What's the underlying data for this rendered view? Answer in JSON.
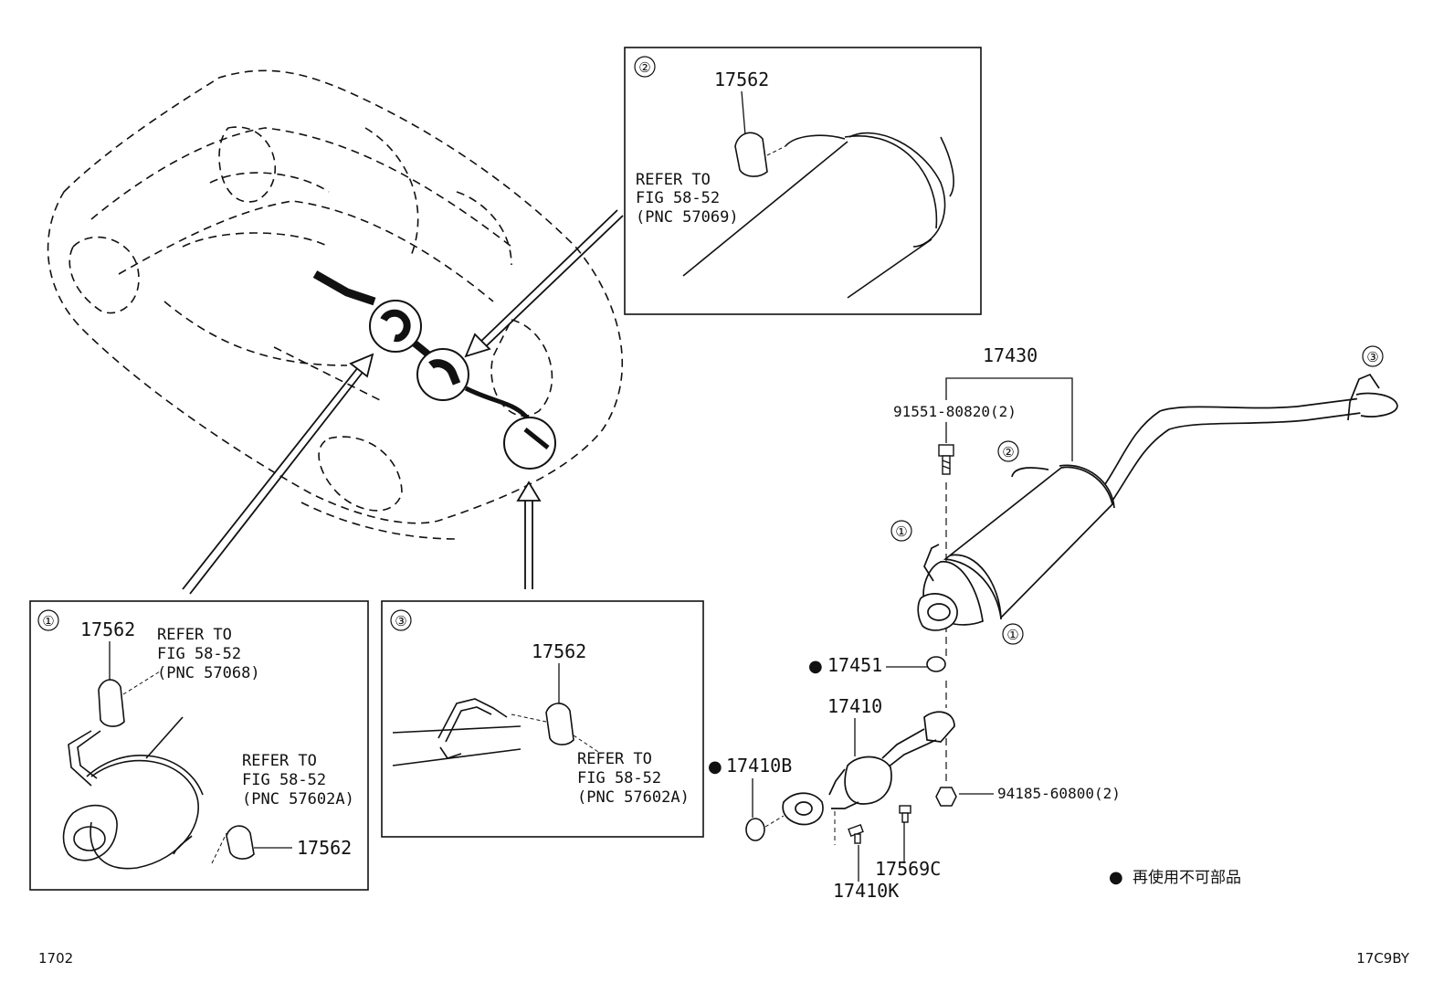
{
  "diagram": {
    "figure_code": "1702",
    "drawing_id": "17C9BY",
    "legend": {
      "marker": "●",
      "text": "再使用不可部品"
    },
    "inset1": {
      "number": "①",
      "part_top": "17562",
      "refer_top": [
        "REFER TO",
        "FIG 58-52",
        "(PNC 57068)"
      ],
      "refer_bottom": [
        "REFER TO",
        "FIG 58-52",
        "(PNC 57602A)"
      ],
      "part_bottom": "17562"
    },
    "inset2": {
      "number": "②",
      "part": "17562",
      "refer": [
        "REFER TO",
        "FIG 58-52",
        "(PNC 57069)"
      ]
    },
    "inset3": {
      "number": "③",
      "part": "17562",
      "refer": [
        "REFER TO",
        "FIG 58-52",
        "(PNC 57602A)"
      ]
    },
    "main": {
      "muffler": "17430",
      "bolt": "91551-80820(2)",
      "callout_1a": "①",
      "callout_1b": "①",
      "callout_2": "②",
      "callout_3": "③",
      "gasket_mark": "●",
      "gasket": "17451",
      "converter": "17410",
      "gasket_front_mark": "●",
      "gasket_front": "17410B",
      "nut": "94185-60800(2)",
      "stud": "17569C",
      "bolt_k": "17410K"
    }
  }
}
